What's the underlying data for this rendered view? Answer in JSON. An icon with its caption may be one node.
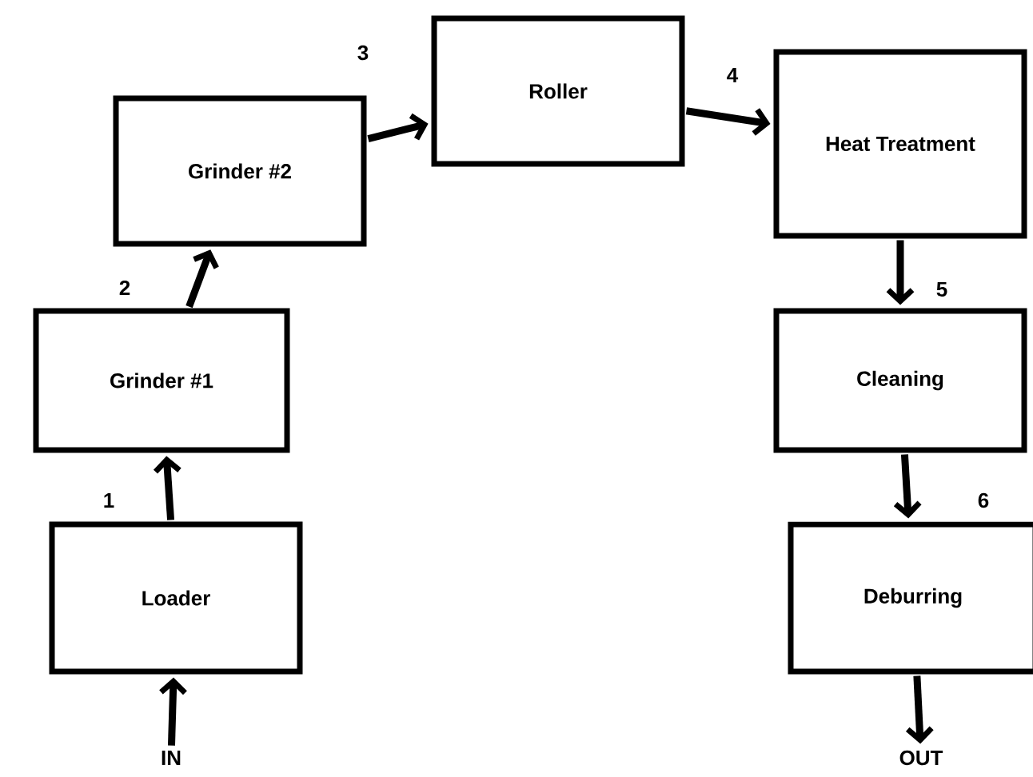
{
  "diagram": {
    "nodes": [
      {
        "text": [
          "Loader"
        ]
      },
      {
        "text": [
          "Grinder #1"
        ]
      },
      {
        "text": [
          "Grinder #2"
        ]
      },
      {
        "text": [
          "Roller"
        ]
      },
      {
        "text": [
          "Heat Treatment"
        ]
      },
      {
        "text": [
          "Cleaning"
        ]
      },
      {
        "text": [
          "Deburring"
        ]
      },
      {
        "text": [
          "IN"
        ]
      },
      {
        "text": [
          "OUT"
        ]
      }
    ],
    "edges": [
      {
        "from": 7,
        "to": 0,
        "arrow": "to"
      },
      {
        "from": 0,
        "to": 1,
        "arrow": "to",
        "label": "1"
      },
      {
        "from": 1,
        "to": 2,
        "arrow": "to",
        "label": "2"
      },
      {
        "from": 2,
        "to": 3,
        "arrow": "to",
        "label": "3"
      },
      {
        "from": 3,
        "to": 4,
        "arrow": "to",
        "label": "4"
      },
      {
        "from": 4,
        "to": 5,
        "arrow": "to",
        "label": "5"
      },
      {
        "from": 5,
        "to": 6,
        "arrow": "to",
        "label": "6"
      },
      {
        "from": 6,
        "to": 8,
        "arrow": "to"
      }
    ]
  }
}
